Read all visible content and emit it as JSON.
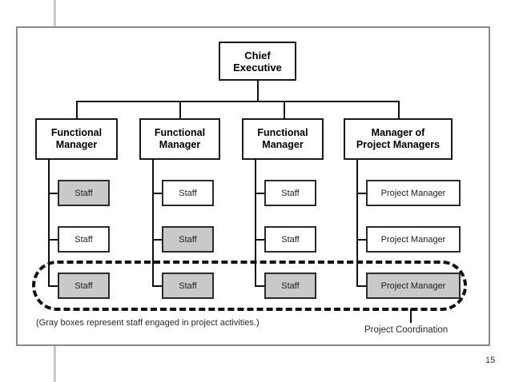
{
  "slide": {
    "page_number": "15",
    "caption": "(Gray boxes represent staff engaged in project activities.)",
    "coordination_label": "Project Coordination"
  },
  "chart_data": {
    "type": "diagram",
    "diagram_kind": "matrix-organization-chart",
    "title": "Chief Executive",
    "root": {
      "label_line1": "Chief",
      "label_line2": "Executive",
      "shaded": false
    },
    "columns": [
      {
        "manager": {
          "label_line1": "Functional",
          "label_line2": "Manager",
          "shaded": false
        },
        "reports": [
          {
            "label": "Staff",
            "shaded": true
          },
          {
            "label": "Staff",
            "shaded": false
          },
          {
            "label": "Staff",
            "shaded": true
          }
        ]
      },
      {
        "manager": {
          "label_line1": "Functional",
          "label_line2": "Manager",
          "shaded": false
        },
        "reports": [
          {
            "label": "Staff",
            "shaded": false
          },
          {
            "label": "Staff",
            "shaded": true
          },
          {
            "label": "Staff",
            "shaded": true
          }
        ]
      },
      {
        "manager": {
          "label_line1": "Functional",
          "label_line2": "Manager",
          "shaded": false
        },
        "reports": [
          {
            "label": "Staff",
            "shaded": false
          },
          {
            "label": "Staff",
            "shaded": false
          },
          {
            "label": "Staff",
            "shaded": true
          }
        ]
      },
      {
        "manager": {
          "label_line1": "Manager of",
          "label_line2": "Project Managers",
          "shaded": false
        },
        "reports": [
          {
            "label": "Project Manager",
            "shaded": false
          },
          {
            "label": "Project Manager",
            "shaded": false
          },
          {
            "label": "Project Manager",
            "shaded": true
          }
        ]
      }
    ],
    "annotations": [
      {
        "name": "coordination-oval",
        "text": "Project Coordination",
        "encloses": "bottom report row across all four columns"
      },
      {
        "name": "legend",
        "text": "(Gray boxes represent staff engaged in project activities.)"
      }
    ],
    "colors": {
      "shaded_fill": "#c9c9c9",
      "box_fill": "#ffffff",
      "line": "#111111",
      "frame": "#8a8a8a"
    }
  }
}
